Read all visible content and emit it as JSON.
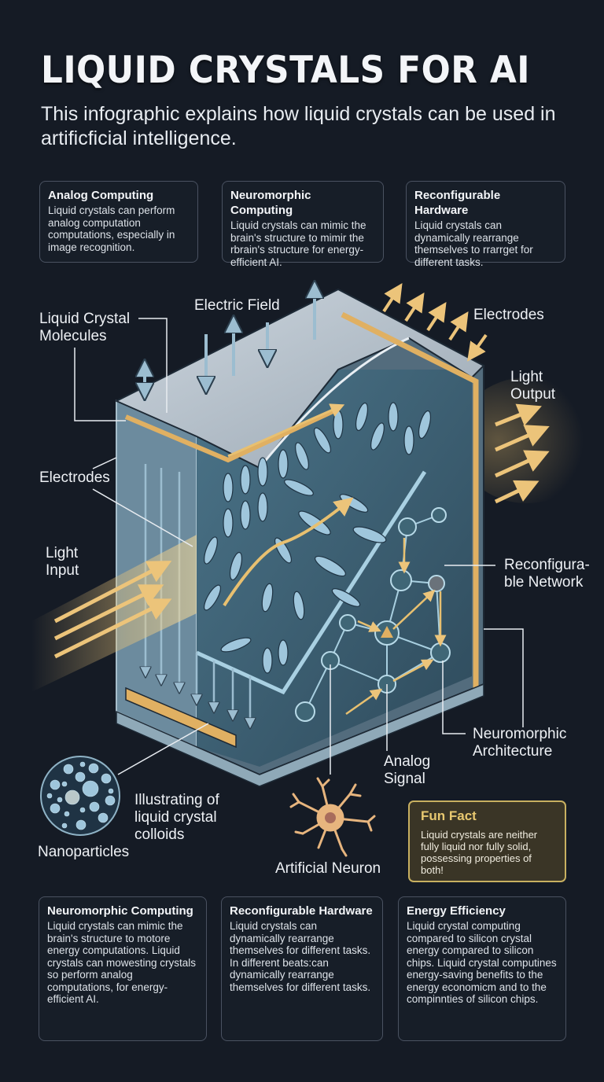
{
  "header": {
    "title": "LIQUID CRYSTALS FOR AI",
    "subtitle": "This infographic explains how liquid crystals can be used in artificficial intelligence."
  },
  "top_cards": [
    {
      "title": "Analog Computing",
      "body": "Liquid crystals can perform analog computation computations, especially in image recognition."
    },
    {
      "title": "Neuromorphic Computing",
      "body": "Liquid crystals can mimic the brain's structure to mimir the rbrain's structure for energy-efficient AI."
    },
    {
      "title": "Reconfigurable Hardware",
      "body": "Liquid crystals can dynamically rearrange themselves to rrarrget for different tasks."
    }
  ],
  "diagram": {
    "labels": {
      "liquid_crystal_molecules": "Liquid Crystal\nMolecules",
      "electric_field": "Electric Field",
      "electrodes_top": "Electrodes",
      "light_output": "Light\nOutput",
      "electrodes_left": "Electrodes",
      "light_input": "Light\nInput",
      "reconfigurable_network": "Reconfigura-\nble Network",
      "neuromorphic_architecture": "Neuromorphic\nArchitecture",
      "analog_signal": "Analog\nSignal",
      "colloids": "Illustrating of\nliquid crystal\ncolloids",
      "nanoparticles": "Nanoparticles",
      "artificial_neuron": "Artificial Neuron"
    },
    "colors": {
      "background": "#151b25",
      "glass": "#8fb3c6",
      "electrode_gold": "#e0b062",
      "molecule": "#9fc6dc",
      "network_node": "#3f6676"
    }
  },
  "fun_fact": {
    "title": "Fun Fact",
    "body": "Liquid crystals are neither fully liquid nor fully solid, possessing properties of both!"
  },
  "bottom_cards": [
    {
      "title": "Neuromorphic Computing",
      "body": "Liquid crystals can mimic the brain's structure to motore energy computations. Liquid crystals can mowesting crystals so perform analog computations, for energy-efficient AI."
    },
    {
      "title": "Reconfigurable Hardware",
      "body": "Liquid crystals can dynamically rearrange themselves for different tasks. In different beats:can dynamically rearrange themselves for different tasks."
    },
    {
      "title": "Energy Efficiency",
      "body": "Liquid crystal computing compared to silicon crystal energy compared to silicon chips. Liquid crystal computines energy-saving benefits to the energy economicm and to the compinnties of silicon chips."
    }
  ]
}
